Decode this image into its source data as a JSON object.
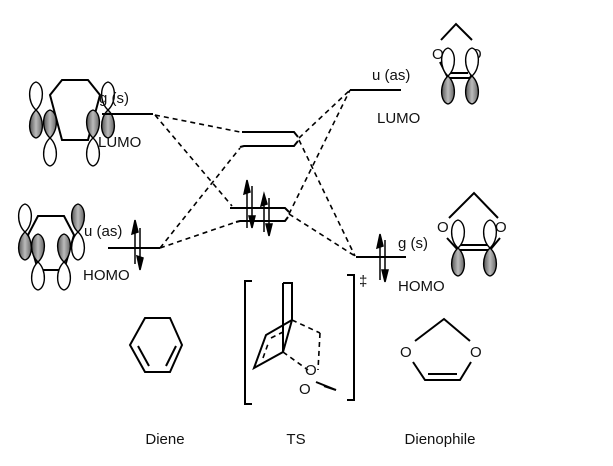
{
  "diene": {
    "lumo_symmetry": "g (s)",
    "lumo_label": "LUMO",
    "homo_symmetry": "u (as)",
    "homo_label": "HOMO",
    "name": "Diene"
  },
  "dienophile": {
    "lumo_symmetry": "u (as)",
    "lumo_label": "LUMO",
    "homo_symmetry": "g (s)",
    "homo_label": "HOMO",
    "name": "Dienophile",
    "atom_o": "O"
  },
  "ts": {
    "name": "TS",
    "dagger": "‡",
    "atom_o": "O"
  },
  "colors": {
    "line": "#000000",
    "lobe_shaded": "#8a8a8a",
    "lobe_empty": "#ffffff"
  }
}
